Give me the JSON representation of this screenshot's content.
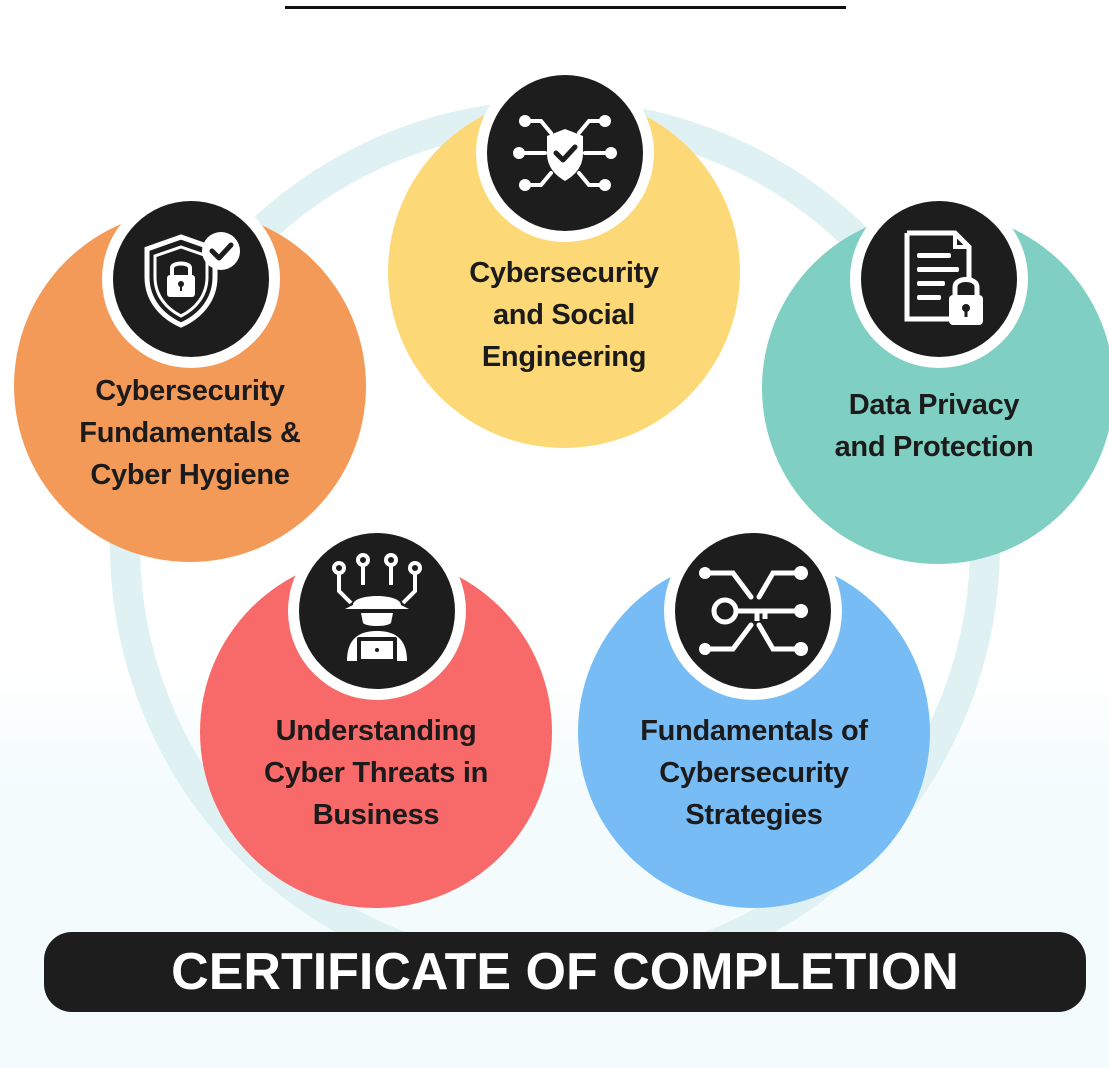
{
  "title": "CERTIFICATE OF COMPLETION",
  "topics": [
    {
      "label_lines": [
        "Cybersecurity",
        "Fundamentals &",
        "Cyber Hygiene"
      ],
      "color": "#f39a59",
      "icon": "shield-lock-check-icon"
    },
    {
      "label_lines": [
        "Cybersecurity",
        "and Social",
        "Engineering"
      ],
      "color": "#fcd976",
      "icon": "shield-circuit-icon"
    },
    {
      "label_lines": [
        "Data Privacy",
        "and Protection"
      ],
      "color": "#7fcfc3",
      "icon": "document-lock-icon"
    },
    {
      "label_lines": [
        "Understanding",
        "Cyber Threats in",
        "Business"
      ],
      "color": "#f76a69",
      "icon": "hacker-laptop-icon"
    },
    {
      "label_lines": [
        "Fundamentals of",
        "Cybersecurity",
        "Strategies"
      ],
      "color": "#77bcf5",
      "icon": "key-circuit-icon"
    }
  ],
  "colors": {
    "ring": "#dff1f2",
    "dark": "#1d1d1d"
  }
}
